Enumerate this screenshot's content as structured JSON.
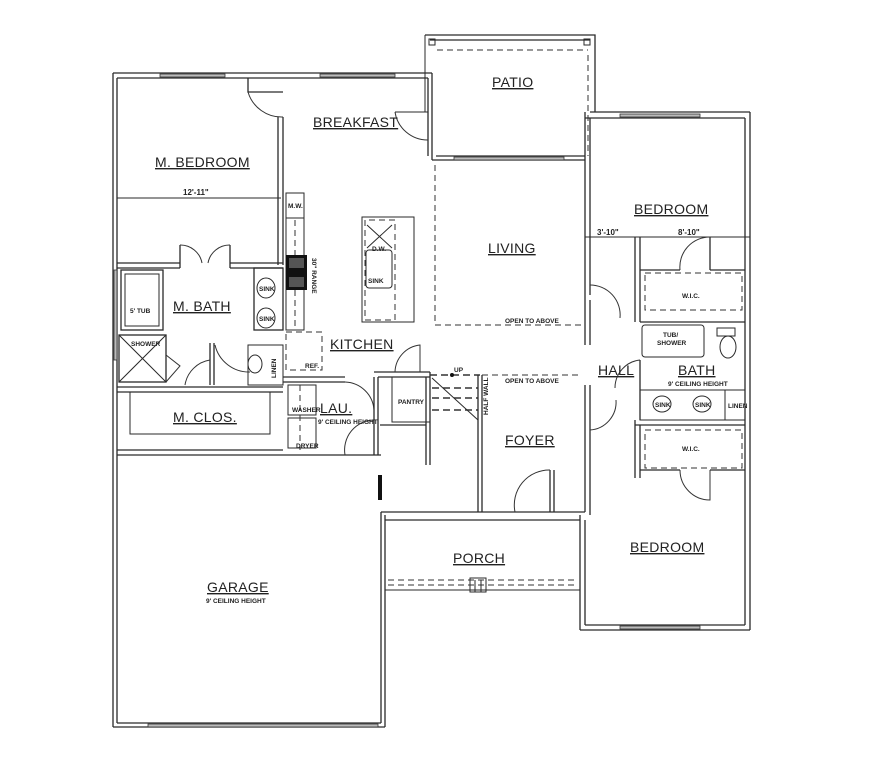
{
  "plan": {
    "rooms": {
      "m_bedroom": "M. BEDROOM",
      "breakfast": "BREAKFAST",
      "patio": "PATIO",
      "living": "LIVING",
      "bedroom_upper": "BEDROOM",
      "bedroom_lower": "BEDROOM",
      "m_bath": "M. BATH",
      "m_clos": "M. CLOS.",
      "kitchen": "KITCHEN",
      "lau": "LAU.",
      "hall": "HALL",
      "bath": "BATH",
      "foyer": "FOYER",
      "porch": "PORCH",
      "garage": "GARAGE"
    },
    "notes": {
      "garage_ceiling": "9' CEILING HEIGHT",
      "lau_ceiling": "9' CEILING HEIGHT",
      "bath_ceiling": "9' CEILING HEIGHT",
      "open_above_living": "OPEN TO ABOVE",
      "open_above_foyer": "OPEN TO ABOVE",
      "half_wall": "HALF WALL",
      "up": "UP"
    },
    "fixtures": {
      "tub": "5' TUB",
      "shower": "SHOWER",
      "sink1": "SINK",
      "sink2": "SINK",
      "linen_master": "LINEN",
      "mw": "M.W.",
      "range": "30\" RANGE",
      "dw": "D.W.",
      "sink_island": "SINK",
      "ref": "REF.",
      "washer": "WASHER",
      "dryer": "DRYER",
      "pantry": "PANTRY",
      "wic_upper": "W.I.C.",
      "wic_lower": "W.I.C.",
      "tub_shower": "TUB/",
      "tub_shower2": "SHOWER",
      "bath_sink1": "SINK",
      "bath_sink2": "SINK",
      "linen_bath": "LINEN"
    },
    "dimensions": {
      "m_bedroom_width": "12'-11\"",
      "bedroom_left": "3'-10\"",
      "bedroom_right": "8'-10\""
    }
  }
}
